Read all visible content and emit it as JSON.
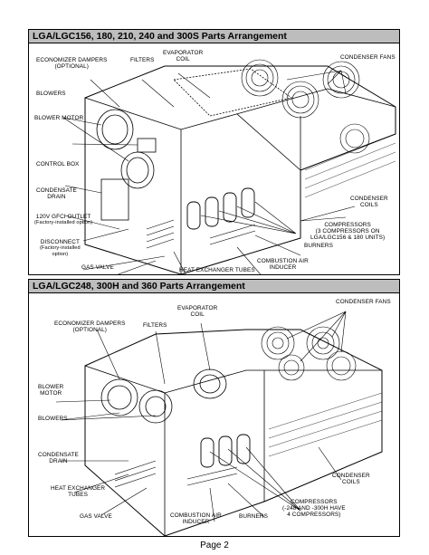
{
  "page": {
    "number": "Page 2"
  },
  "diagram_top": {
    "title": "LGA/LGC156, 180, 210, 240 and 300S Parts Arrangement",
    "labels": {
      "economizer_dampers": "ECONOMIZER DAMPERS",
      "economizer_optional": "(OPTIONAL)",
      "filters": "FILTERS",
      "evaporator": "EVAPORATOR",
      "coil": "COIL",
      "condenser_fans": "CONDENSER FANS",
      "blowers": "BLOWERS",
      "blower_motor": "BLOWER MOTOR",
      "control_box": "CONTROL BOX",
      "condensate": "CONDENSATE",
      "drain": "DRAIN",
      "condenser": "CONDENSER",
      "coils": "COILS",
      "gfci_outlet": "120V GFCI OUTLET",
      "gfci_note": "(Factory-installed option)",
      "compressors": "COMPRESSORS",
      "compressors_note1": "(3 COMPRESSORS ON",
      "compressors_note2": "LGA/LGC156 & 180 UNITS)",
      "disconnect": "DISCONNECT",
      "disconnect_note1": "(Factory-installed",
      "disconnect_note2": "option)",
      "burners": "BURNERS",
      "combustion_air": "COMBUSTION AIR",
      "inducer": "INDUCER",
      "gas_valve": "GAS VALVE",
      "heat_exchanger_tubes": "HEAT EXCHANGER TUBES"
    }
  },
  "diagram_bottom": {
    "title": "LGA/LGC248, 300H and 360 Parts Arrangement",
    "labels": {
      "condenser_fans": "CONDENSER FANS",
      "economizer_dampers": "ECONOMIZER DAMPERS",
      "economizer_optional": "(OPTIONAL)",
      "filters": "FILTERS",
      "evaporator": "EVAPORATOR",
      "coil": "COIL",
      "blower": "BLOWER",
      "motor": "MOTOR",
      "blowers": "BLOWERS",
      "condensate": "CONDENSATE",
      "drain": "DRAIN",
      "heat_exchanger": "HEAT EXCHANGER",
      "tubes": "TUBES",
      "condenser": "CONDENSER",
      "coils": "COILS",
      "compressors": "COMPRESSORS",
      "compressors_note1": "(-248 AND -300H HAVE",
      "compressors_note2": "4 COMPRESSORS)",
      "gas_valve": "GAS VALVE",
      "combustion_air": "COMBUSTION AIR",
      "inducer": "INDUCER",
      "burners": "BURNERS"
    }
  }
}
